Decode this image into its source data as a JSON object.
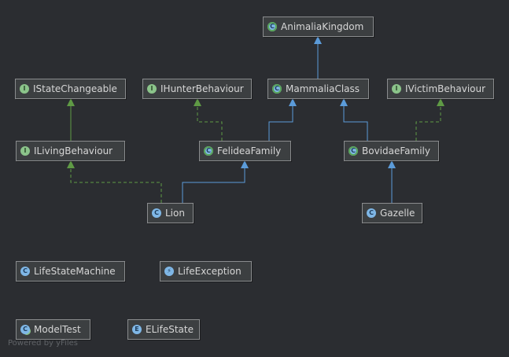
{
  "nodes": {
    "animalia": {
      "label": "AnimaliaKingdom",
      "kind": "abstract",
      "icon": "abstract-class-icon"
    },
    "istate": {
      "label": "IStateChangeable",
      "kind": "interface",
      "icon": "interface-icon"
    },
    "ihunter": {
      "label": "IHunterBehaviour",
      "kind": "interface",
      "icon": "interface-icon"
    },
    "mammalia": {
      "label": "MammaliaClass",
      "kind": "abstract",
      "icon": "abstract-class-icon"
    },
    "ivictim": {
      "label": "IVictimBehaviour",
      "kind": "interface",
      "icon": "interface-icon"
    },
    "iliving": {
      "label": "ILivingBehaviour",
      "kind": "interface",
      "icon": "interface-icon"
    },
    "felidea": {
      "label": "FelideaFamily",
      "kind": "abstract",
      "icon": "abstract-class-icon"
    },
    "bovidae": {
      "label": "BovidaeFamily",
      "kind": "abstract",
      "icon": "abstract-class-icon"
    },
    "lion": {
      "label": "Lion",
      "kind": "class",
      "icon": "class-icon"
    },
    "gazelle": {
      "label": "Gazelle",
      "kind": "class",
      "icon": "class-icon"
    },
    "lifestate": {
      "label": "LifeStateMachine",
      "kind": "class",
      "icon": "class-icon"
    },
    "lifeexc": {
      "label": "LifeException",
      "kind": "exception",
      "icon": "exception-icon"
    },
    "modeltest": {
      "label": "ModelTest",
      "kind": "runnable",
      "icon": "runnable-class-icon"
    },
    "elifestate": {
      "label": "ELifeState",
      "kind": "enum",
      "icon": "enum-icon"
    }
  },
  "badge_letters": {
    "interface": "I",
    "class": "C",
    "abstract": "C",
    "enum": "E",
    "exception": "⚡",
    "runnable": "C"
  },
  "edges": [
    {
      "from": "mammalia",
      "to": "animalia",
      "type": "extends"
    },
    {
      "from": "felidea",
      "to": "mammalia",
      "type": "extends"
    },
    {
      "from": "bovidae",
      "to": "mammalia",
      "type": "extends"
    },
    {
      "from": "felidea",
      "to": "ihunter",
      "type": "implements"
    },
    {
      "from": "bovidae",
      "to": "ivictim",
      "type": "implements"
    },
    {
      "from": "iliving",
      "to": "istate",
      "type": "extends-interface"
    },
    {
      "from": "lion",
      "to": "felidea",
      "type": "extends"
    },
    {
      "from": "lion",
      "to": "iliving",
      "type": "implements"
    },
    {
      "from": "gazelle",
      "to": "bovidae",
      "type": "extends"
    }
  ],
  "colors": {
    "background": "#2b2d31",
    "node_fill": "#3c3f41",
    "node_border": "#8a8c8e",
    "text": "#d6d6d6",
    "extends_edge": "#5b9bd9",
    "implements_edge": "#5f9a45"
  },
  "footer": "Powered by yFiles"
}
